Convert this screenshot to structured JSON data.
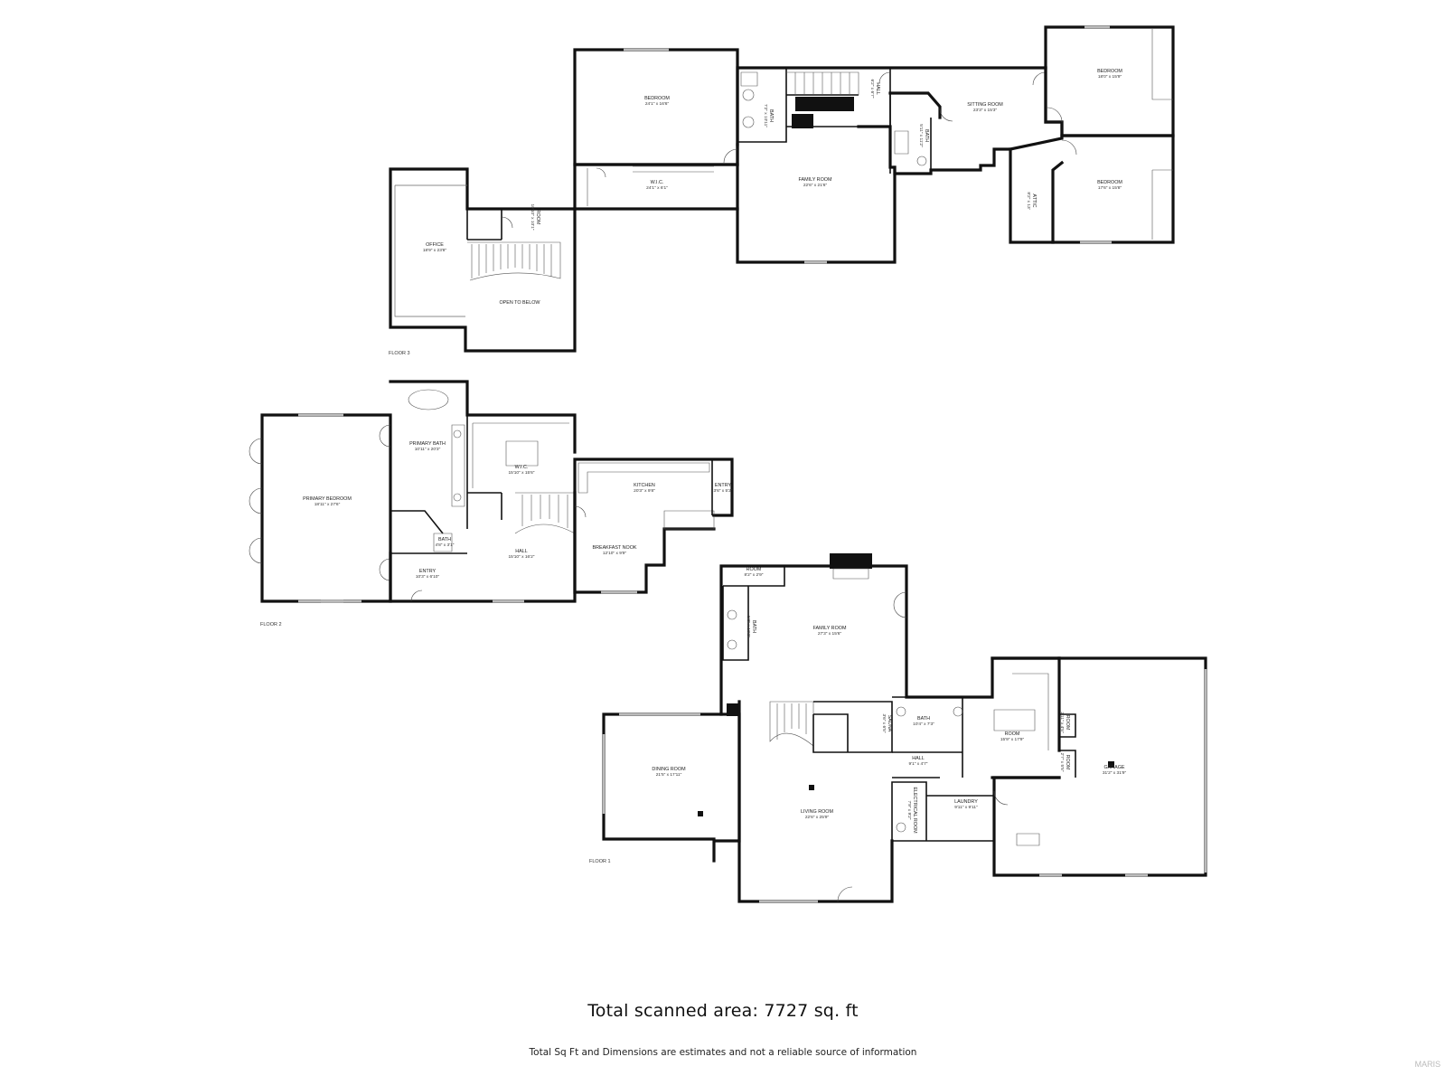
{
  "floors": {
    "floor3": {
      "label": "FLOOR 3",
      "rooms": [
        {
          "id": "bedroom-a",
          "name": "BEDROOM",
          "dim": "24'1\" x 16'6\""
        },
        {
          "id": "bath-a",
          "name": "BATH",
          "dim": "7'2\" x 10'11\""
        },
        {
          "id": "hall-a",
          "name": "HALL",
          "dim": "6'2\" x 6'7\""
        },
        {
          "id": "sitting",
          "name": "SITTING ROOM",
          "dim": "23'3\" x 15'3\""
        },
        {
          "id": "bedroom-b",
          "name": "BEDROOM",
          "dim": "18'0\" x 15'9\""
        },
        {
          "id": "bath-b",
          "name": "BATH",
          "dim": "5'11\" x 11'2\""
        },
        {
          "id": "wic-a",
          "name": "W.I.C.",
          "dim": "24'1\" x 6'1\""
        },
        {
          "id": "family-a",
          "name": "FAMILY ROOM",
          "dim": "22'6\" x 21'6\""
        },
        {
          "id": "attic",
          "name": "ATTIC",
          "dim": "8'2\" x 13'"
        },
        {
          "id": "bedroom-c",
          "name": "BEDROOM",
          "dim": "17'6\" x 15'8\""
        },
        {
          "id": "office",
          "name": "OFFICE",
          "dim": "18'9\" x 23'8\""
        },
        {
          "id": "room-a",
          "name": "ROOM",
          "dim": "10'10\" x 10'1\""
        },
        {
          "id": "open-below",
          "name": "OPEN TO BELOW",
          "dim": ""
        }
      ]
    },
    "floor2": {
      "label": "FLOOR 2",
      "rooms": [
        {
          "id": "primary-bed",
          "name": "PRIMARY BEDROOM",
          "dim": "18'11\" x 27'6\""
        },
        {
          "id": "primary-bath",
          "name": "PRIMARY BATH",
          "dim": "10'11\" x 20'3\""
        },
        {
          "id": "wic-b",
          "name": "W.I.C.",
          "dim": "15'10\" x 15'6\""
        },
        {
          "id": "kitchen",
          "name": "KITCHEN",
          "dim": "20'3\" x 9'8\""
        },
        {
          "id": "entry-a",
          "name": "ENTRY",
          "dim": "3'6\" x 5'2\""
        },
        {
          "id": "bath-c",
          "name": "BATH",
          "dim": "4'8\" x 3'1\""
        },
        {
          "id": "hall-b",
          "name": "HALL",
          "dim": "15'10\" x 16'2\""
        },
        {
          "id": "nook",
          "name": "BREAKFAST NOOK",
          "dim": "12'10\" x 9'9\""
        },
        {
          "id": "entry-b",
          "name": "ENTRY",
          "dim": "10'3\" x 6'10\""
        }
      ]
    },
    "floor1": {
      "label": "FLOOR 1",
      "rooms": [
        {
          "id": "room-b",
          "name": "ROOM",
          "dim": "8'2\" x 2'9\""
        },
        {
          "id": "bath-d",
          "name": "BATH",
          "dim": "5'3\" x 10'2\""
        },
        {
          "id": "family-b",
          "name": "FAMILY ROOM",
          "dim": "27'3\" x 15'6\""
        },
        {
          "id": "sauna",
          "name": "SAUNA",
          "dim": "3'6\" x 6'5\""
        },
        {
          "id": "bath-e",
          "name": "BATH",
          "dim": "10'4\" x 7'3\""
        },
        {
          "id": "room-c",
          "name": "ROOM",
          "dim": "15'9\" x 17'9\""
        },
        {
          "id": "room-d",
          "name": "ROOM",
          "dim": "2'11\" x 4'5\""
        },
        {
          "id": "room-e",
          "name": "ROOM",
          "dim": "2'7\" x 5'5\""
        },
        {
          "id": "dining",
          "name": "DINING ROOM",
          "dim": "21'5\" x 17'11\""
        },
        {
          "id": "hall-c",
          "name": "HALL",
          "dim": "9'1\" x 4'7\""
        },
        {
          "id": "garage",
          "name": "GARAGE",
          "dim": "31'2\" x 31'9\""
        },
        {
          "id": "electrical",
          "name": "ELECTRICAL ROOM",
          "dim": "7'9\" x 9'2\""
        },
        {
          "id": "laundry",
          "name": "LAUNDRY",
          "dim": "9'11\" x 9'11\""
        },
        {
          "id": "living",
          "name": "LIVING ROOM",
          "dim": "22'6\" x 25'9\""
        }
      ]
    }
  },
  "footer": {
    "total": "Total scanned area: 7727 sq. ft",
    "disclaimer": "Total Sq Ft and Dimensions are estimates and not a reliable source of information"
  },
  "watermark": "MARIS"
}
